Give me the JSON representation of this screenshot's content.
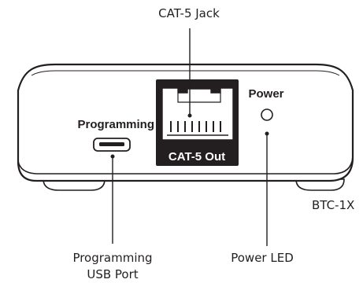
{
  "device": {
    "model": "BTC-1X",
    "panel_labels": {
      "programming": "Programming",
      "power": "Power",
      "cat5_out": "CAT-5 Out"
    }
  },
  "callouts": {
    "cat5_jack": "CAT-5 Jack",
    "usb_port_line1": "Programming",
    "usb_port_line2": "USB Port",
    "power_led": "Power LED"
  },
  "colors": {
    "ink": "#231f20",
    "background": "#ffffff"
  }
}
